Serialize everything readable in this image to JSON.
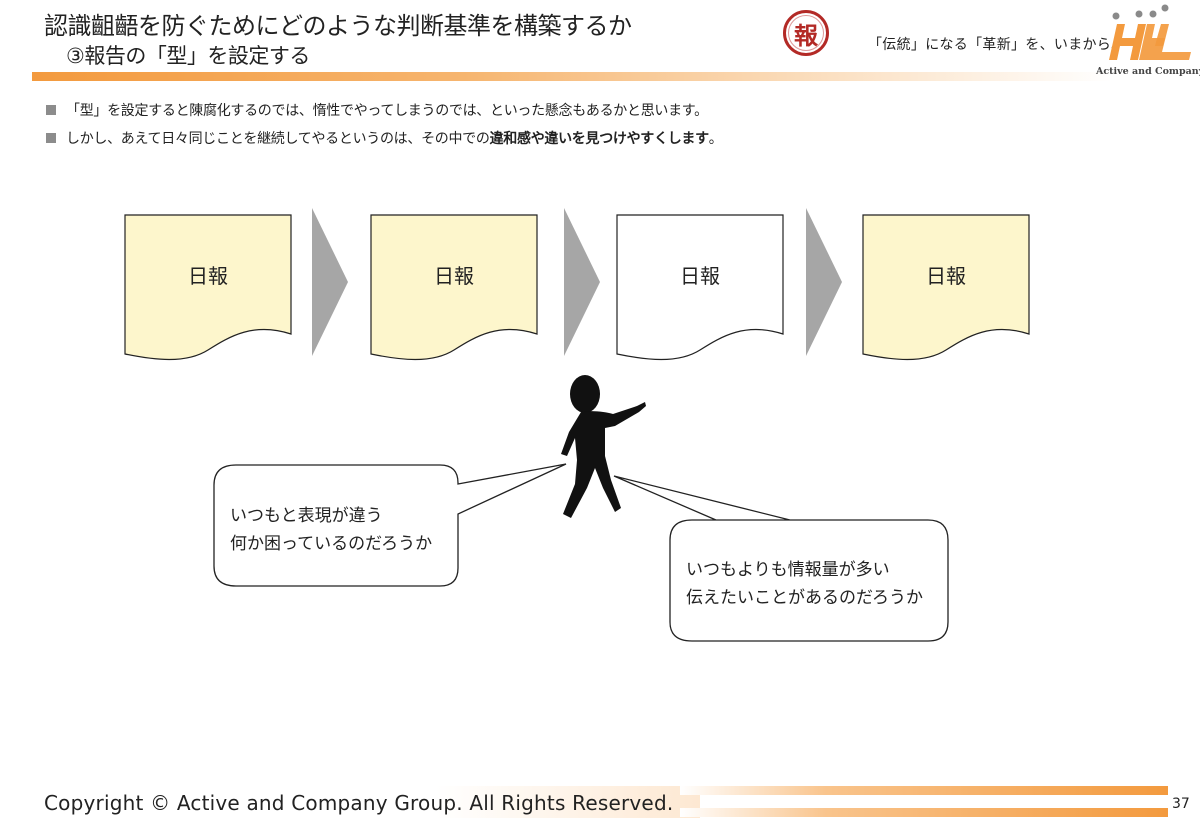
{
  "header": {
    "title": "認識齟齬を防ぐためにどのような判断基準を構築するか",
    "subtitle": "③報告の「型」を設定する",
    "seal_char": "報",
    "slogan": "「伝統」になる「革新」を、いまから。",
    "logo_caption": "Active and Company",
    "accent_color": "#f39a3e",
    "seal_color": "#b32a26"
  },
  "bullets": [
    {
      "text": "「型」を設定すると陳腐化するのでは、惰性でやってしまうのでは、といった懸念もあるかと思います。"
    },
    {
      "text_before": "しかし、あえて日々同じことを継続してやるというのは、その中での",
      "text_bold": "違和感や違いを見つけやすくします",
      "text_after": "。"
    }
  ],
  "documents": [
    {
      "label": "日報",
      "fill": "#fdf6cc"
    },
    {
      "label": "日報",
      "fill": "#fdf6cc"
    },
    {
      "label": "日報",
      "fill": "#ffffff"
    },
    {
      "label": "日報",
      "fill": "#fdf6cc"
    }
  ],
  "bubbles": {
    "left": {
      "line1": "いつもと表現が違う",
      "line2": "何か困っているのだろうか"
    },
    "right": {
      "line1": "いつもよりも情報量が多い",
      "line2": "伝えたいことがあるのだろうか"
    }
  },
  "footer": {
    "copyright": "Copyright © Active and Company Group. All Rights Reserved.",
    "page_number": "37"
  }
}
